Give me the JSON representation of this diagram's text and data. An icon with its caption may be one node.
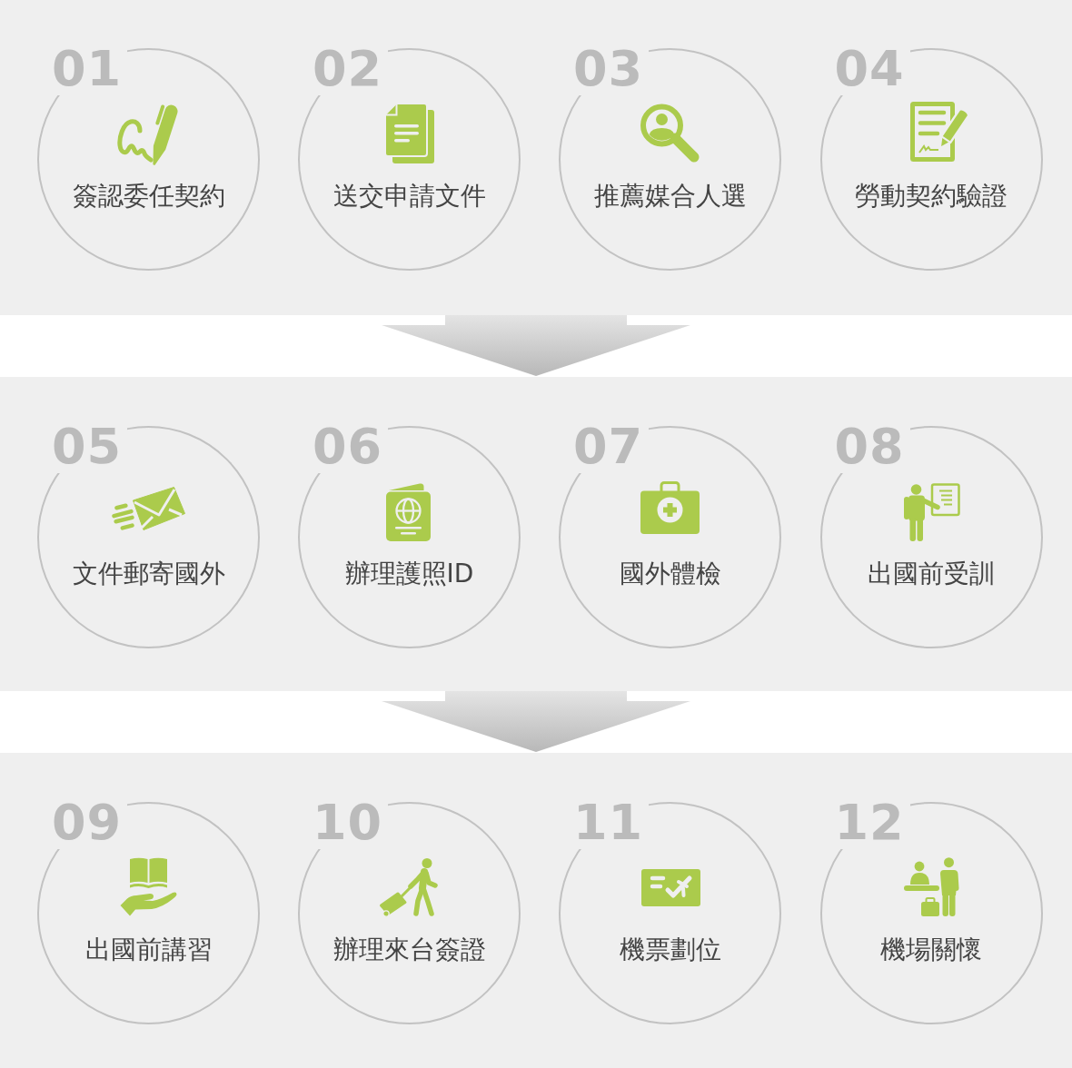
{
  "diagram": {
    "nodes": [
      {
        "text": [],
        "shape": "box"
      },
      {
        "text": [
          "01",
          "簽認委任契約"
        ],
        "in": 0
      },
      {
        "text": [
          "02",
          "送交申請文件"
        ],
        "in": 0
      },
      {
        "text": [
          "03",
          "推薦媒合人選"
        ],
        "in": 0
      },
      {
        "text": [
          "04",
          "勞動契約驗證"
        ],
        "in": 0
      },
      {
        "text": [],
        "shape": "box"
      },
      {
        "text": [
          "05",
          "文件郵寄國外"
        ],
        "in": 5
      },
      {
        "text": [
          "06",
          "辦理護照ID"
        ],
        "in": 5
      },
      {
        "text": [
          "07",
          "國外體檢"
        ],
        "in": 5
      },
      {
        "text": [
          "08",
          "出國前受訓"
        ],
        "in": 5
      },
      {
        "text": [],
        "shape": "box"
      },
      {
        "text": [
          "09",
          "出國前講習"
        ],
        "in": 10
      },
      {
        "text": [
          "10",
          "辦理來台簽證"
        ],
        "in": 10
      },
      {
        "text": [
          "11",
          "機票劃位"
        ],
        "in": 10
      },
      {
        "text": [
          "12",
          "機場關懷"
        ],
        "in": 10
      }
    ],
    "edges": [
      {
        "from": 0,
        "to": 5,
        "arrow": "to"
      },
      {
        "from": 5,
        "to": 10,
        "arrow": "to"
      }
    ]
  }
}
